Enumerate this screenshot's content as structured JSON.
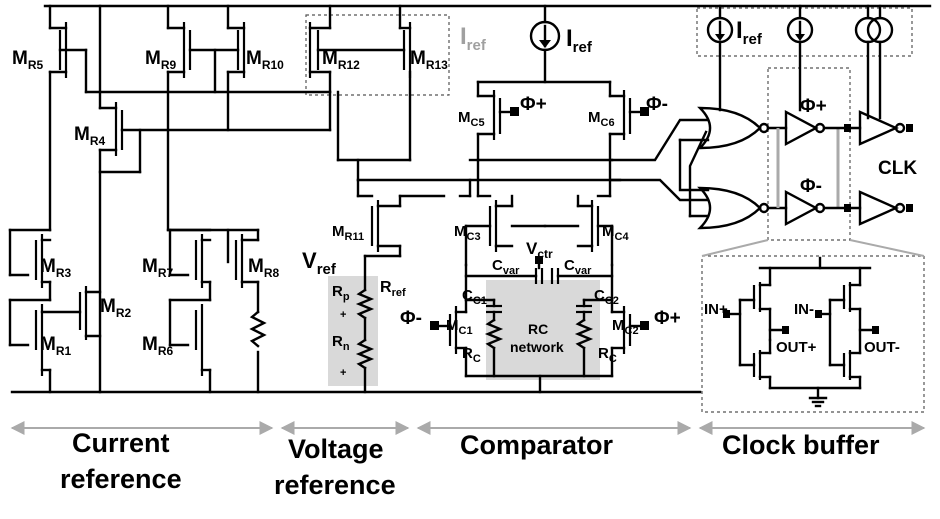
{
  "sections": {
    "current_reference": [
      "Current",
      "reference"
    ],
    "voltage_reference": [
      "Voltage",
      "reference"
    ],
    "comparator": "Comparator",
    "clock_buffer": "Clock buffer"
  },
  "transistors": {
    "mr1": {
      "main": "M",
      "sub": "R1"
    },
    "mr2": {
      "main": "M",
      "sub": "R2"
    },
    "mr3": {
      "main": "M",
      "sub": "R3"
    },
    "mr4": {
      "main": "M",
      "sub": "R4"
    },
    "mr5": {
      "main": "M",
      "sub": "R5"
    },
    "mr6": {
      "main": "M",
      "sub": "R6"
    },
    "mr7": {
      "main": "M",
      "sub": "R7"
    },
    "mr8": {
      "main": "M",
      "sub": "R8"
    },
    "mr9": {
      "main": "M",
      "sub": "R9"
    },
    "mr10": {
      "main": "M",
      "sub": "R10"
    },
    "mr11": {
      "main": "M",
      "sub": "R11"
    },
    "mr12": {
      "main": "M",
      "sub": "R12"
    },
    "mr13": {
      "main": "M",
      "sub": "R13"
    },
    "mc1": {
      "main": "M",
      "sub": "C1"
    },
    "mc2": {
      "main": "M",
      "sub": "C2"
    },
    "mc3": {
      "main": "M",
      "sub": "C3"
    },
    "mc4": {
      "main": "M",
      "sub": "C4"
    },
    "mc5": {
      "main": "M",
      "sub": "C5"
    },
    "mc6": {
      "main": "M",
      "sub": "C6"
    }
  },
  "labels": {
    "iref_gray": {
      "main": "I",
      "sub": "ref"
    },
    "iref_comp": {
      "main": "I",
      "sub": "ref"
    },
    "iref_clk": {
      "main": "I",
      "sub": "ref"
    },
    "vref": {
      "main": "V",
      "sub": "ref"
    },
    "rref": {
      "main": "R",
      "sub": "ref"
    },
    "rp": {
      "main": "R",
      "sub": "p"
    },
    "rn": {
      "main": "R",
      "sub": "n"
    },
    "plus1": "+",
    "plus2": "+",
    "vctr": {
      "main": "V",
      "sub": "ctr"
    },
    "cvar_l": {
      "main": "C",
      "sub": "var"
    },
    "cvar_r": {
      "main": "C",
      "sub": "var"
    },
    "cc1": {
      "main": "C",
      "sub": "C1"
    },
    "cc2": {
      "main": "C",
      "sub": "C2"
    },
    "rc_l": {
      "main": "R",
      "sub": "C"
    },
    "rc_r": {
      "main": "R",
      "sub": "C"
    },
    "rc_network": [
      "RC",
      "network"
    ],
    "phi_plus_top": "Φ+",
    "phi_minus_top": "Φ-",
    "phi_minus_left": "Φ-",
    "phi_plus_right": "Φ+",
    "buf_phi_plus": "Φ+",
    "buf_phi_minus": "Φ-",
    "clk": "CLK",
    "in_plus": "IN+",
    "in_minus": "IN-",
    "out_plus": "OUT+",
    "out_minus": "OUT-"
  },
  "colors": {
    "wire": "#000000",
    "highlight": "#d9d9d9",
    "iref_gray": "#a0a0a0",
    "arrow_gray": "#aaaaaa"
  }
}
